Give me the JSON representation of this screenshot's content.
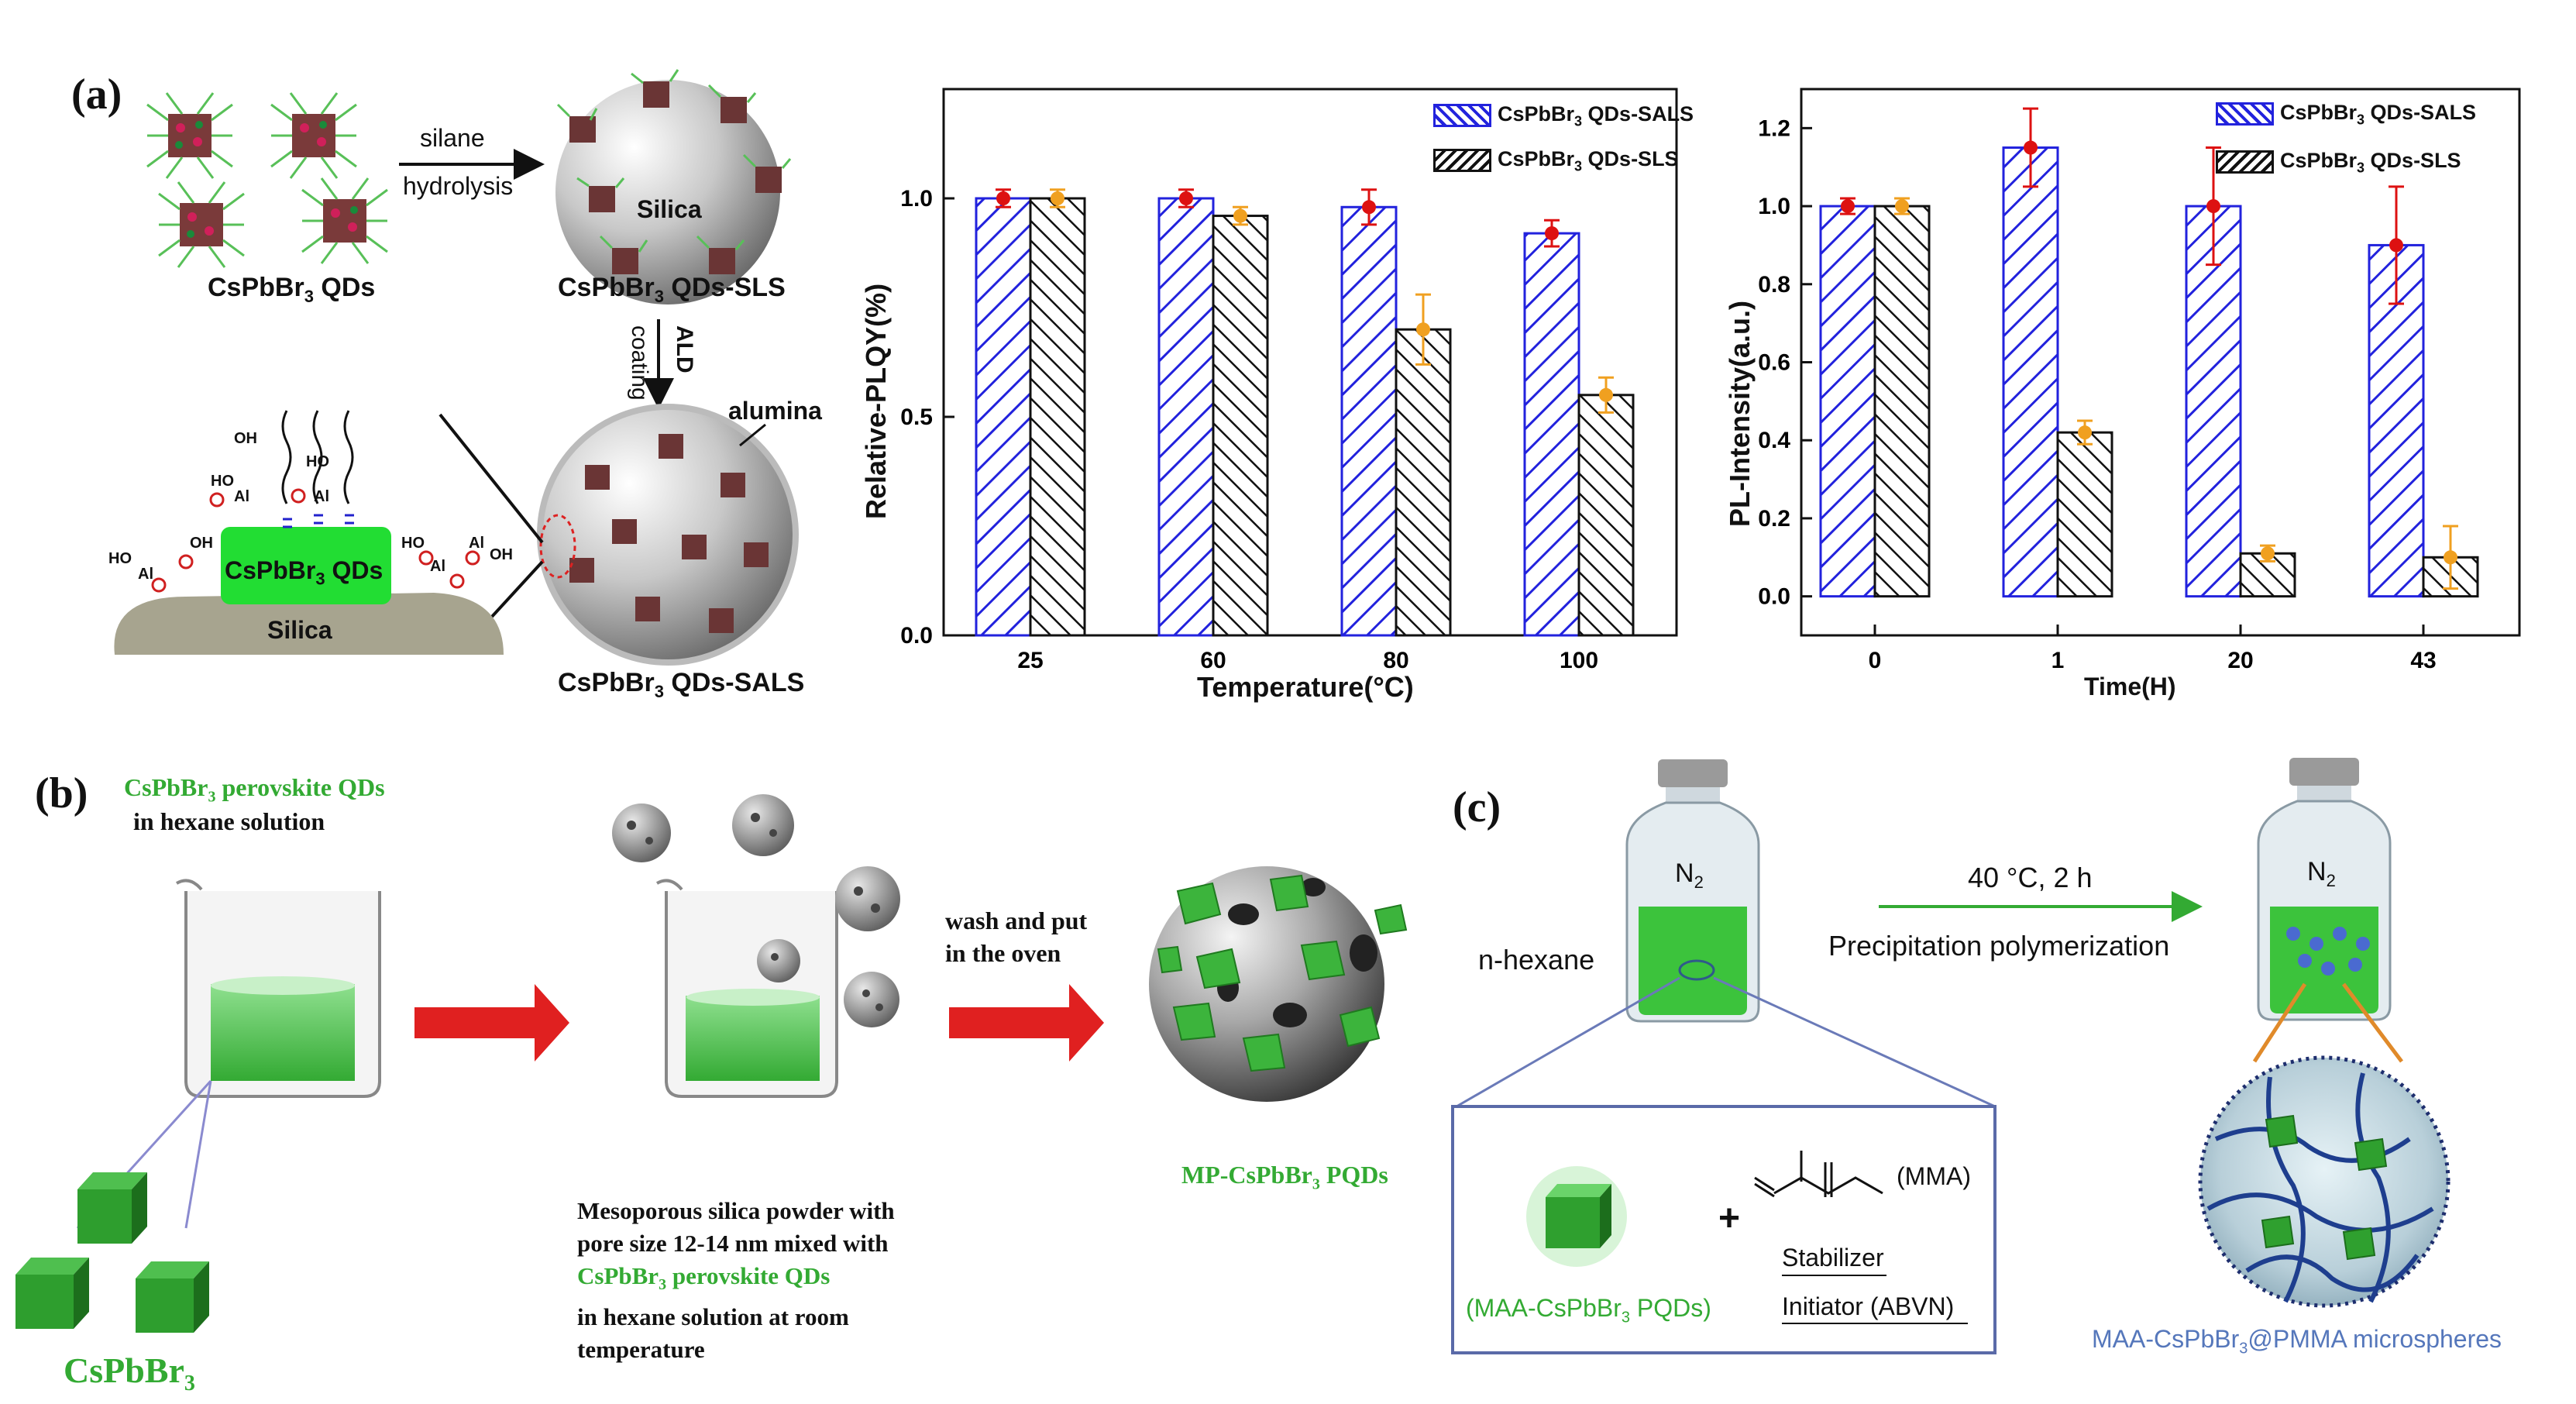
{
  "panel_a": {
    "label": "(a)",
    "qds_label": "CsPbBr",
    "qds_sub": "3",
    "qds_tail": " QDs",
    "silane_1": "silane",
    "silane_2": "hydrolysis",
    "silica": "Silica",
    "sls_pre": "CsPbBr",
    "sls_sub": "3",
    "sls_tail": " QDs-SLS",
    "ald_1": "ALD",
    "ald_2": "coating",
    "alumina": "alumina",
    "zoom_qd": "CsPbBr",
    "zoom_qd_sub": "3",
    "zoom_qd_tail": " QDs",
    "zoom_silica": "Silica",
    "sals_pre": "CsPbBr",
    "sals_sub": "3",
    "sals_tail": " QDs-SALS",
    "mol_oh": "OH",
    "mol_ho": "HO",
    "mol_al": "Al",
    "mol_o": "O"
  },
  "panel_b": {
    "label": "(b)",
    "title_green": "CsPbBr",
    "title_sub": "3",
    "title_tail": " perovskite QDs",
    "title_line2": "in hexane solution",
    "cube_label": "CsPbBr",
    "cube_sub": "3",
    "arrow_text_1": "wash and put",
    "arrow_text_2": "in the oven",
    "mp_label": "MP-CsPbBr",
    "mp_sub": "3",
    "mp_tail": " PQDs",
    "desc_1": "Mesoporous silica powder with",
    "desc_2": "pore size 12-14 nm mixed with",
    "desc_3_green": "CsPbBr",
    "desc_3_sub": "3",
    "desc_3_tail": " perovskite QDs",
    "desc_4": "in hexane solution at room",
    "desc_5": "temperature"
  },
  "panel_c": {
    "label": "(c)",
    "n2": "N",
    "n2_sub": "2",
    "hexane": "n-hexane",
    "cond": "40 °C, 2 h",
    "process": "Precipitation polymerization",
    "plus": "+",
    "mma": "(MMA)",
    "stabilizer": "Stabilizer",
    "initiator": "Initiator (ABVN)",
    "pqd_pre": "(MAA-CsPbBr",
    "pqd_sub": "3",
    "pqd_tail": " PQDs)",
    "micro_pre": "MAA-CsPbBr",
    "micro_sub": "3",
    "micro_tail": "@PMMA microspheres"
  },
  "colors": {
    "sals": "#2222dd",
    "sls": "#111111",
    "err_sals": "#dd1111",
    "err_sls": "#f0a020",
    "green": "#33aa33",
    "arrow_red": "#e02020"
  },
  "chart_data": [
    {
      "type": "bar",
      "categories": [
        "25",
        "60",
        "80",
        "100"
      ],
      "xlabel": "Temperature(°C)",
      "ylabel": "Relative-PLQY(%)",
      "ylim": [
        0,
        1.25
      ],
      "yticks": [
        "0.0",
        "0.5",
        "1.0"
      ],
      "legend_position": "top-right",
      "series": [
        {
          "name": "CsPbBr3 QDs-SALS",
          "legend_pre": "CsPbBr",
          "legend_sub": "3",
          "legend_tail": " QDs-SALS",
          "values": [
            1.0,
            1.0,
            0.98,
            0.92
          ],
          "errors": [
            0.02,
            0.02,
            0.04,
            0.03
          ]
        },
        {
          "name": "CsPbBr3 QDs-SLS",
          "legend_pre": "CsPbBr",
          "legend_sub": "3",
          "legend_tail": " QDs-SLS",
          "values": [
            1.0,
            0.96,
            0.7,
            0.55
          ],
          "errors": [
            0.02,
            0.02,
            0.08,
            0.04
          ]
        }
      ]
    },
    {
      "type": "bar",
      "categories": [
        "0",
        "1",
        "20",
        "43"
      ],
      "xlabel": "Time(H)",
      "ylabel": "PL-Intensity(a.u.)",
      "ylim": [
        -0.1,
        1.3
      ],
      "yticks": [
        "0.0",
        "0.2",
        "0.4",
        "0.6",
        "0.8",
        "1.0",
        "1.2"
      ],
      "legend_position": "top-right",
      "series": [
        {
          "name": "CsPbBr3 QDs-SALS",
          "legend_pre": "CsPbBr",
          "legend_sub": "3",
          "legend_tail": " QDs-SALS",
          "values": [
            1.0,
            1.15,
            1.0,
            0.9
          ],
          "errors": [
            0.02,
            0.1,
            0.15,
            0.15
          ]
        },
        {
          "name": "CsPbBr3 QDs-SLS",
          "legend_pre": "CsPbBr",
          "legend_sub": "3",
          "legend_tail": " QDs-SLS",
          "values": [
            1.0,
            0.42,
            0.11,
            0.1
          ],
          "errors": [
            0.02,
            0.03,
            0.02,
            0.08
          ]
        }
      ]
    }
  ]
}
